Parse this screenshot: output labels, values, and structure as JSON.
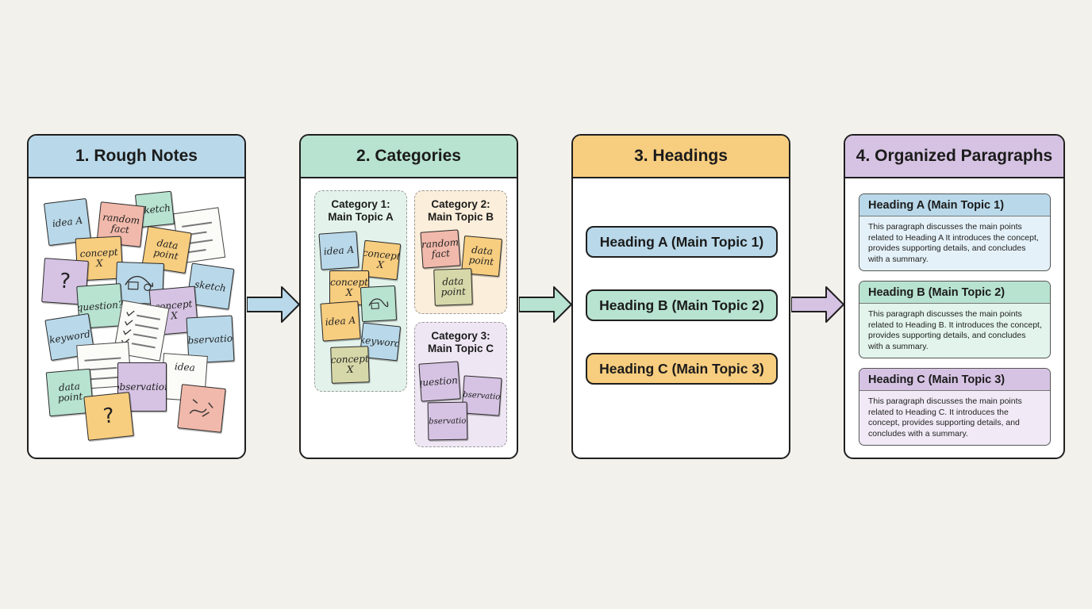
{
  "colors": {
    "blue": "#b9d9ea",
    "green": "#b7e3d0",
    "yellow": "#f7cd7f",
    "purple": "#d6c3e3",
    "pink": "#f1b9ab",
    "olive": "#d7d8a9",
    "paper": "#fbfbf8"
  },
  "panels": [
    {
      "title": "1. Rough Notes"
    },
    {
      "title": "2. Categories"
    },
    {
      "title": "3. Headings"
    },
    {
      "title": "4. Organized Paragraphs"
    }
  ],
  "rough_notes": {
    "idea_a": "idea A",
    "random_fact": "random fact",
    "sketch": "sketch",
    "data_point": "data point",
    "concept_x_1": "concept X",
    "question_mark_1": "?",
    "question": "question?",
    "concept_x_2": "concept X",
    "sketch_2": "sketch",
    "keyword": "keyword",
    "observation_1": "observation",
    "data_point_2": "data point",
    "observation_2": "observation",
    "idea": "idea",
    "question_mark_2": "?"
  },
  "categories": [
    {
      "title": "Category 1: Main Topic A",
      "notes": [
        "idea A",
        "concept X",
        "concept X",
        "idea A",
        "keyword",
        "concept X"
      ]
    },
    {
      "title": "Category 2: Main Topic B",
      "notes": [
        "random fact",
        "data point",
        "data point"
      ]
    },
    {
      "title": "Category 3: Main Topic C",
      "notes": [
        "question?",
        "observation",
        "observation"
      ]
    }
  ],
  "headings": [
    "Heading A (Main Topic 1)",
    "Heading B (Main Topic 2)",
    "Heading C (Main Topic 3)"
  ],
  "paragraphs": [
    {
      "heading": "Heading A (Main Topic 1)",
      "body": "This paragraph discusses the main points related to Heading A  It introduces the concept, provides supporting details, and concludes with a summary."
    },
    {
      "heading": "Heading B (Main Topic 2)",
      "body": "This paragraph discusses the main points related to Heading B. It introduces the concept, provides supporting details, and concludes with a summary."
    },
    {
      "heading": "Heading C (Main Topic 3)",
      "body": "This paragraph discusses the main points related to Heading C. It introduces the concept, provides supporting details, and concludes with a summary."
    }
  ]
}
